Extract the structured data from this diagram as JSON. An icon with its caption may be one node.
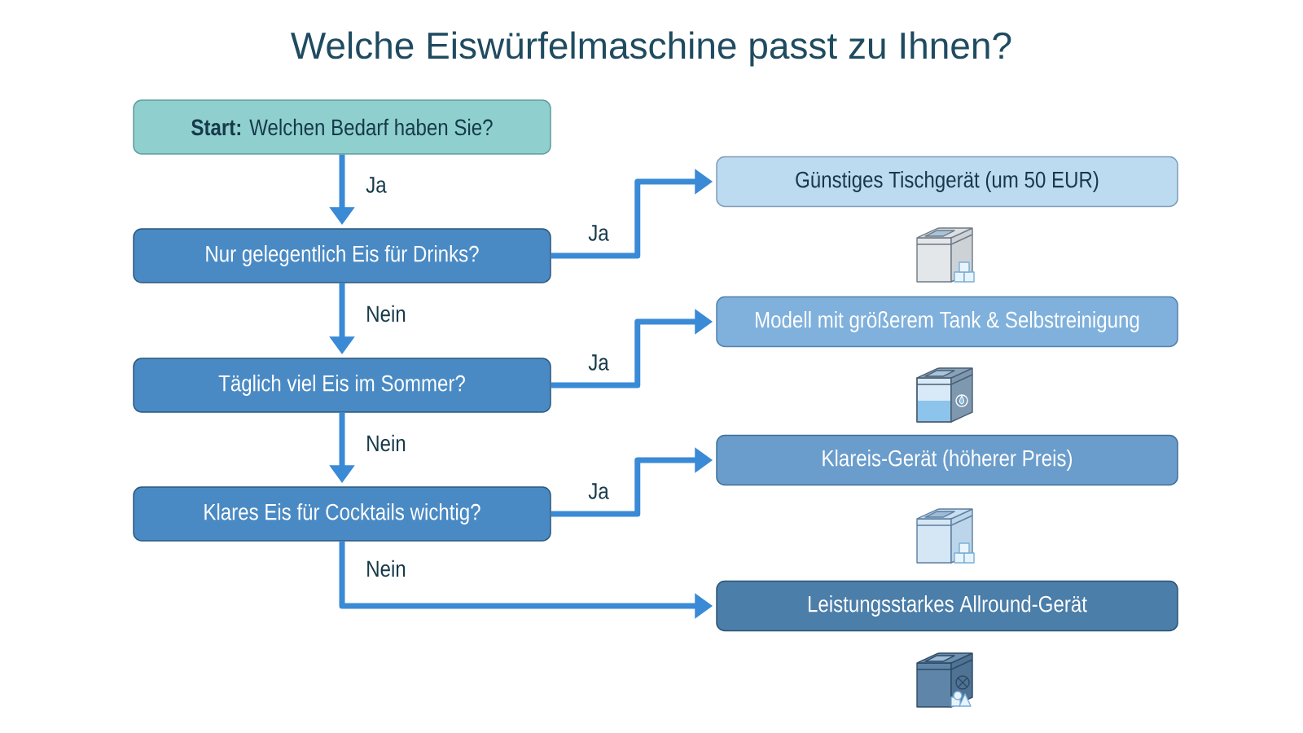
{
  "diagram": {
    "title": "Welche Eiswürfelmaschine passt zu Ihnen?",
    "nodes": [
      {
        "text": [
          "**Start:** Welchen Bedarf haben Sie?"
        ]
      },
      {
        "text": [
          "Nur gelegentlich Eis für Drinks?"
        ]
      },
      {
        "text": [
          "Günstiges Tischgerät (um 50 EUR)"
        ]
      },
      {
        "text": [
          "Täglich viel Eis im Sommer?"
        ]
      },
      {
        "text": [
          "Modell mit größerem Tank & Selbstreinigung"
        ]
      },
      {
        "text": [
          "Klares Eis für Cocktails wichtig?"
        ]
      },
      {
        "text": [
          "Klareis-Gerät (höherer Preis)"
        ]
      },
      {
        "text": [
          "Leistungsstarkes Allround-Gerät"
        ]
      }
    ],
    "edges": [
      {
        "from": 0,
        "to": 1,
        "arrow": "to",
        "label": "Ja"
      },
      {
        "from": 1,
        "to": 2,
        "arrow": "to",
        "label": "Ja"
      },
      {
        "from": 1,
        "to": 3,
        "arrow": "to",
        "label": "Nein"
      },
      {
        "from": 3,
        "to": 4,
        "arrow": "to",
        "label": "Ja"
      },
      {
        "from": 3,
        "to": 5,
        "arrow": "to",
        "label": "Nein"
      },
      {
        "from": 5,
        "to": 6,
        "arrow": "to",
        "label": "Ja"
      },
      {
        "from": 5,
        "to": 7,
        "arrow": "to",
        "label": "Nein"
      }
    ]
  }
}
